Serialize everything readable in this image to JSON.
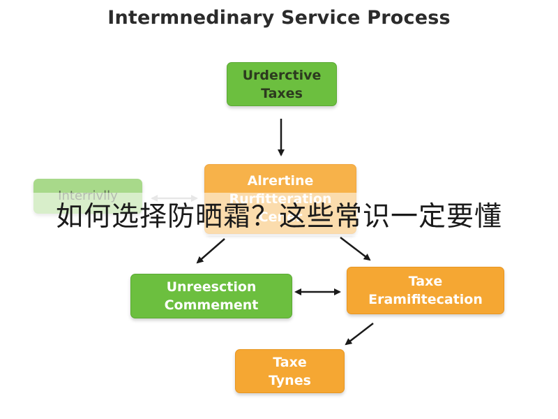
{
  "title": "Intermnedinary Service Process",
  "nodes": {
    "top": "Urderctive\nTaxes",
    "center": "Alrertine\nRurfitteration\nCener",
    "left_faded": "Interrivlly",
    "green": "Unreesction\nCommement",
    "orange": "Taxe\nEramifitecation",
    "bottom": "Taxe\nTynes"
  },
  "overlay_text": "如何选择防晒霜？这些常识一定要懂",
  "colors": {
    "green": "#6cbf3f",
    "orange": "#f5a733",
    "arrow": "#1a1a1a"
  }
}
